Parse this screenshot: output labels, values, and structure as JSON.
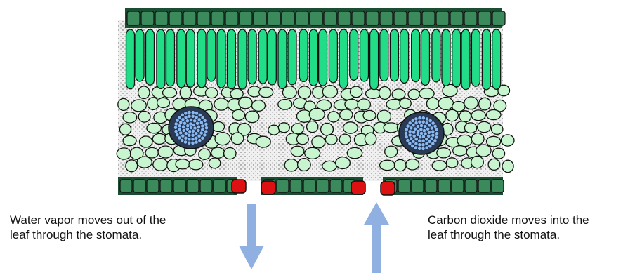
{
  "diagram": {
    "labels": {
      "water_vapor": "Water vapor moves out of the\nleaf through the stomata.",
      "carbon_dioxide": "Carbon dioxide moves into the\nleaf through the stomata."
    },
    "arrows": [
      {
        "name": "water-vapor-arrow",
        "direction": "down"
      },
      {
        "name": "carbon-dioxide-arrow",
        "direction": "up"
      }
    ],
    "colors": {
      "epidermis": "#3a8a5c",
      "palisade": "#22dd88",
      "spongy": "#c8f5cf",
      "vein": "#8ab8f0",
      "guard_cell": "#dd1111",
      "arrow": "#8fb0e0",
      "stipple": "#e2e2e2",
      "outline": "#111111"
    }
  }
}
